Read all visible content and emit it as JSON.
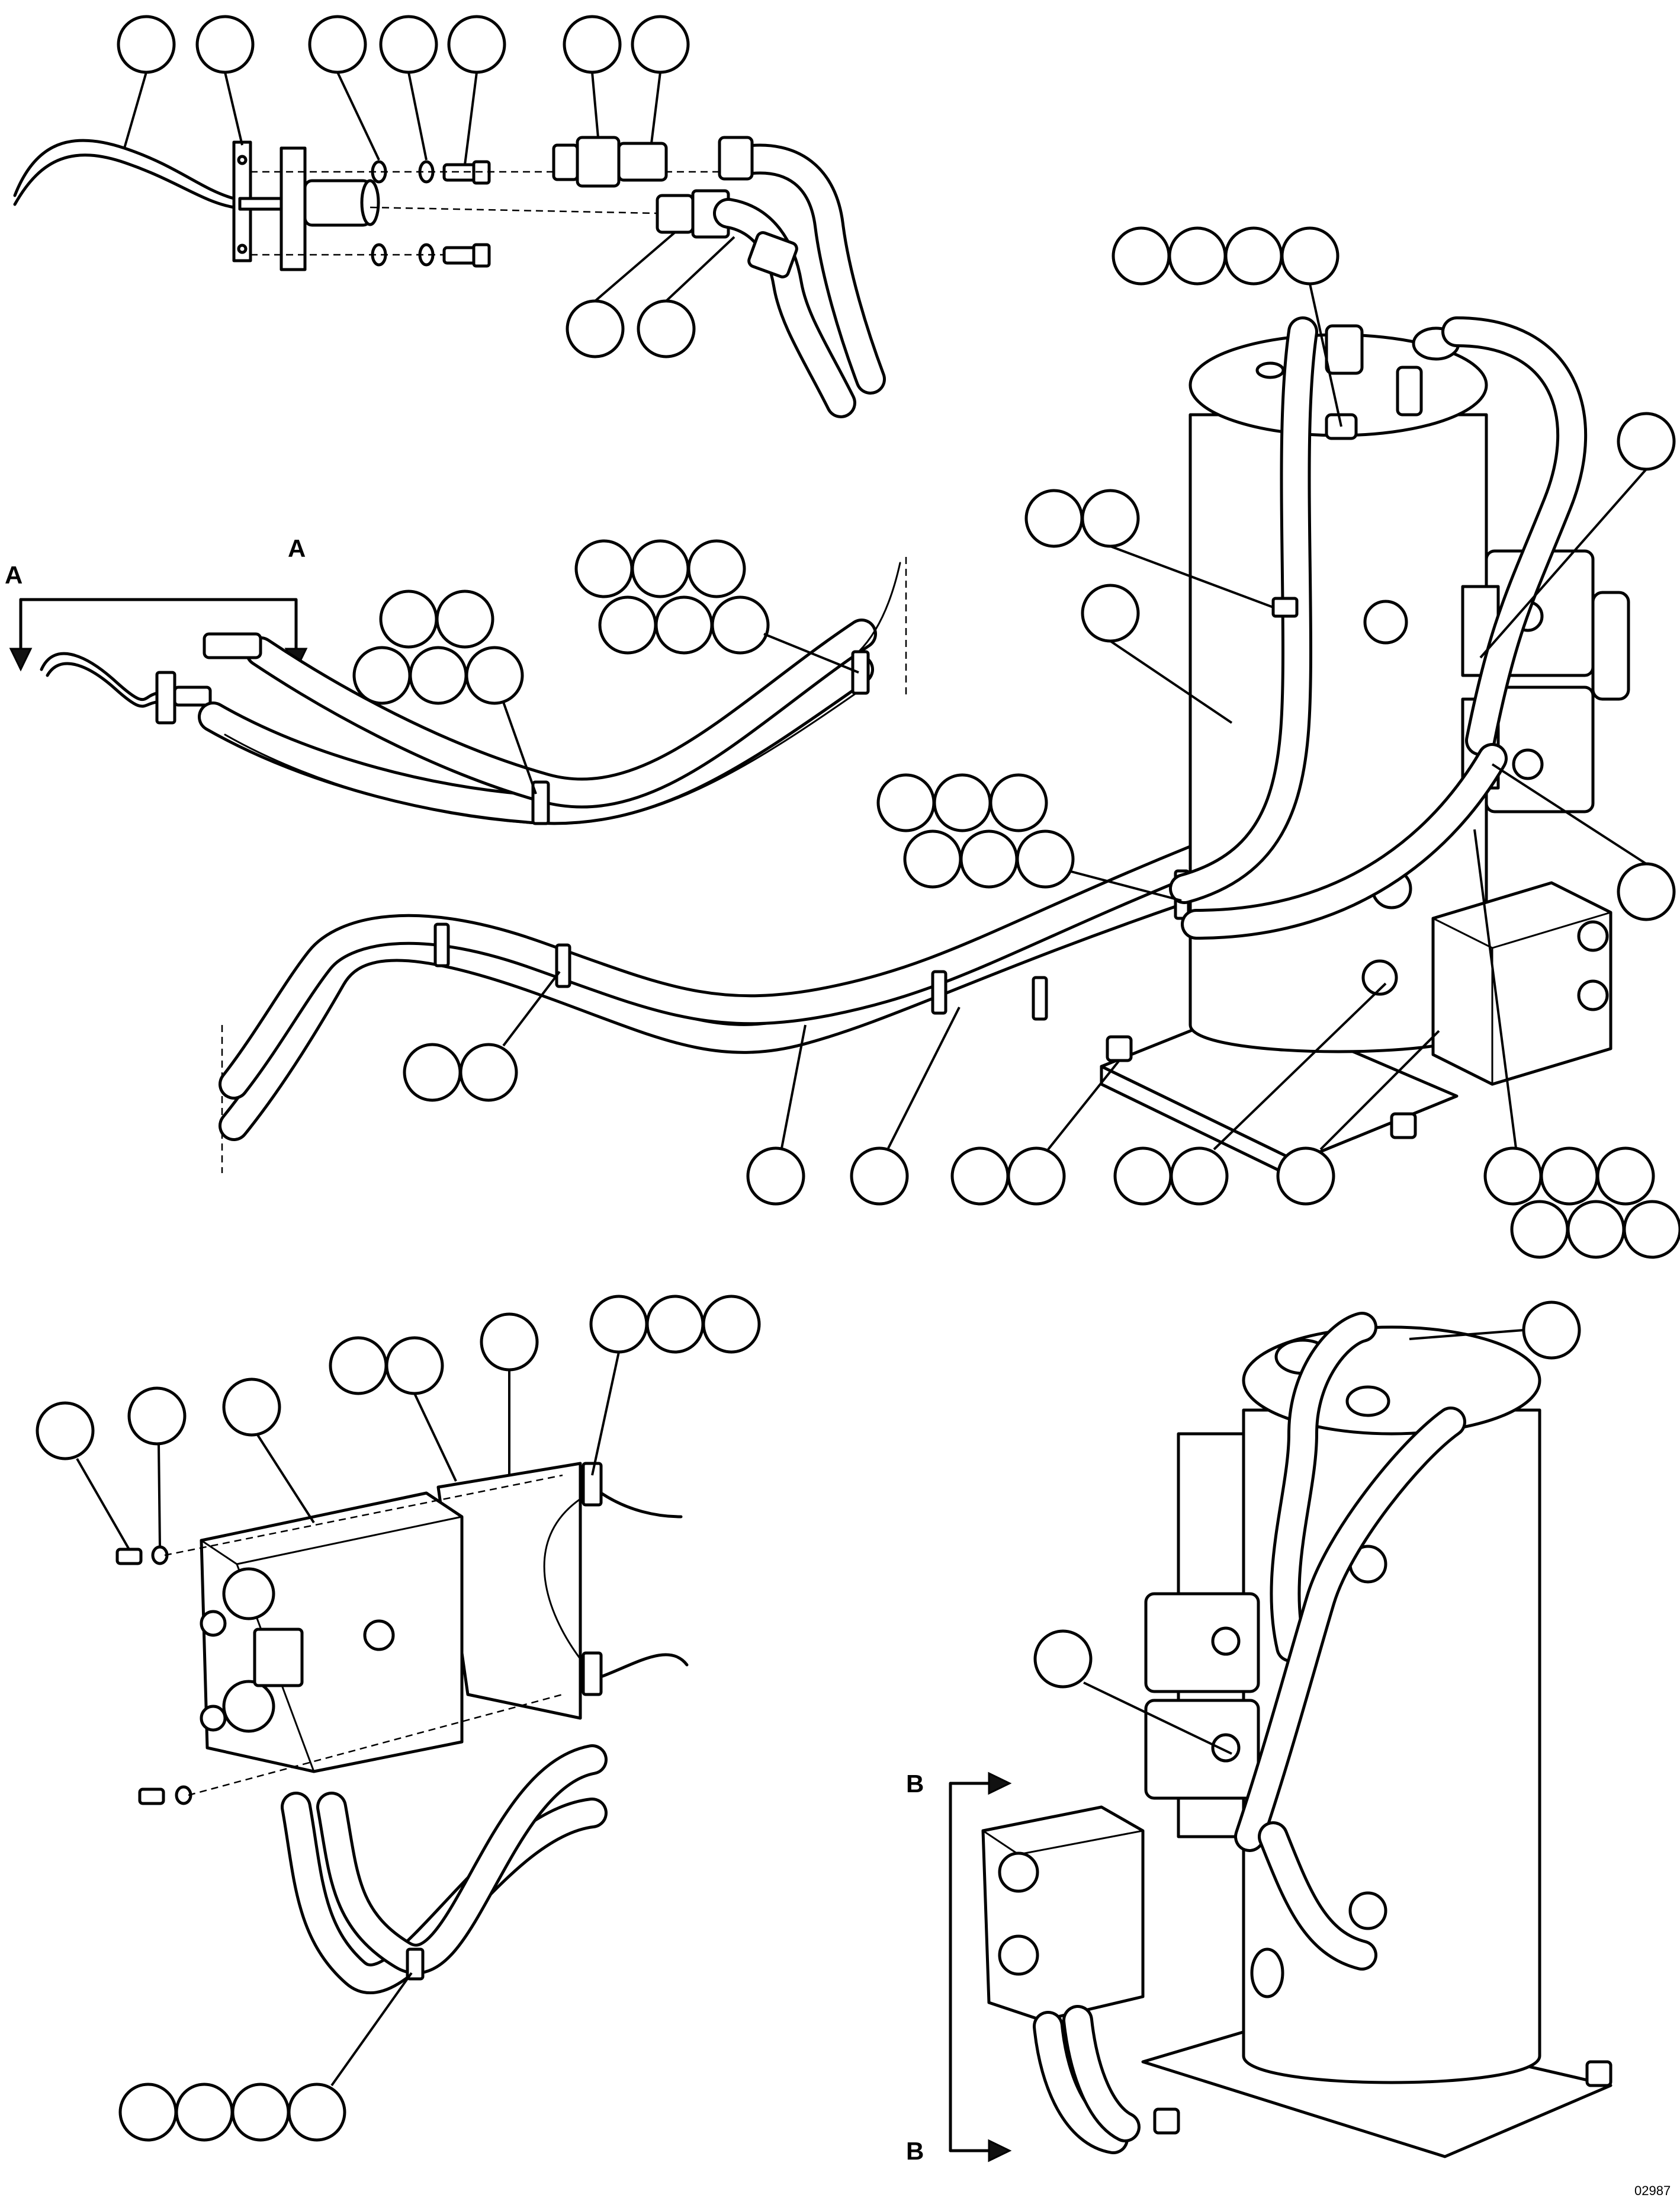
{
  "section_markers": {
    "a_left": "A",
    "a_right": "A",
    "b_top": "B",
    "b_bottom": "B"
  },
  "figure_number": "02987"
}
